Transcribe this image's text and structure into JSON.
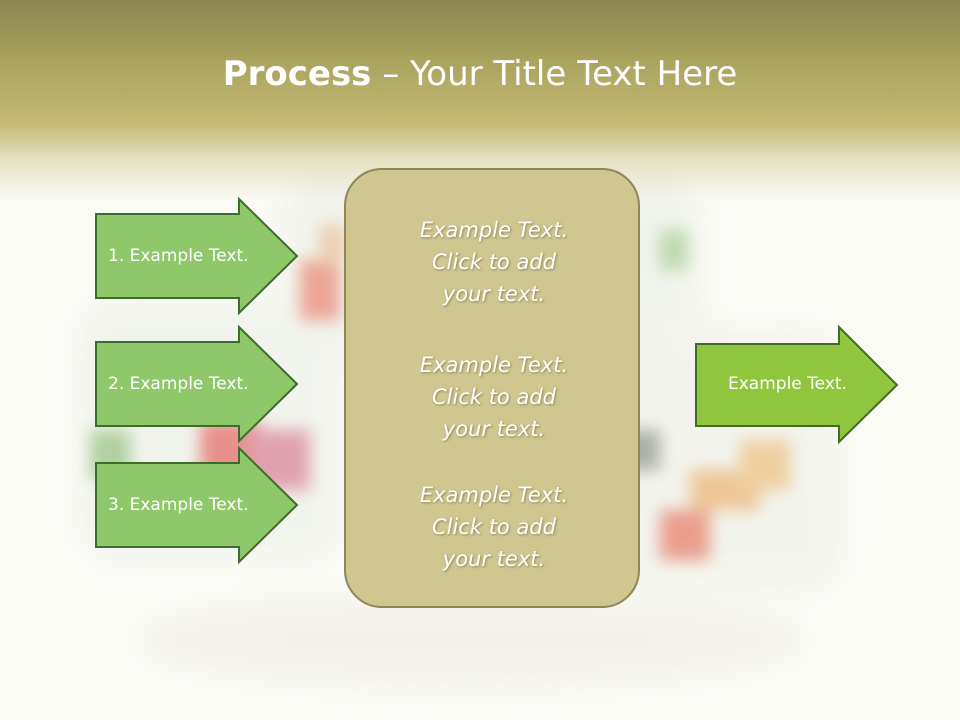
{
  "title": {
    "bold": "Process",
    "rest": " – Your Title Text Here"
  },
  "steps": [
    {
      "label": "1. Example Text."
    },
    {
      "label": "2. Example Text."
    },
    {
      "label": "3. Example Text."
    }
  ],
  "center": {
    "blocks": [
      {
        "lines": [
          "Example Text.",
          "Click  to add",
          "your text."
        ]
      },
      {
        "lines": [
          "Example Text.",
          "Click  to add",
          "your text."
        ]
      },
      {
        "lines": [
          "Example Text.",
          "Click  to add",
          "your text."
        ]
      }
    ]
  },
  "output": {
    "label": "Example Text."
  },
  "colors": {
    "step_fill": "#8ec86a",
    "step_stroke": "#3f6b2b",
    "output_fill": "#8fc63e",
    "box_fill": "#cfc690",
    "box_stroke": "#8c8658",
    "header": "#a9a35e"
  }
}
